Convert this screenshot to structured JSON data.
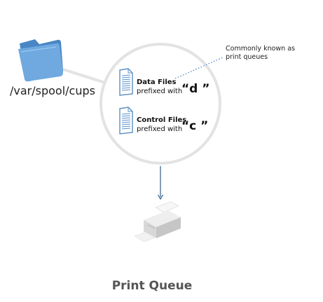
{
  "spool_path": "/var/spool/cups",
  "note": {
    "line1": "Commonly known as",
    "line2": "print queues"
  },
  "data_files": {
    "title": "Data Files",
    "prefix_text": "prefixed with",
    "prefix_letter": "“d ”"
  },
  "control_files": {
    "title": "Control Files",
    "prefix_text": "prefixed with",
    "prefix_letter": "“c ”"
  },
  "caption": "Print Queue",
  "colors": {
    "folder": "#6fa9e0",
    "folder_dark": "#4a86c5",
    "circle": "#e3e3e3",
    "doc_line": "#5b8fc4",
    "note_line": "#4a7fc0",
    "arrow": "#2f5d8a"
  }
}
